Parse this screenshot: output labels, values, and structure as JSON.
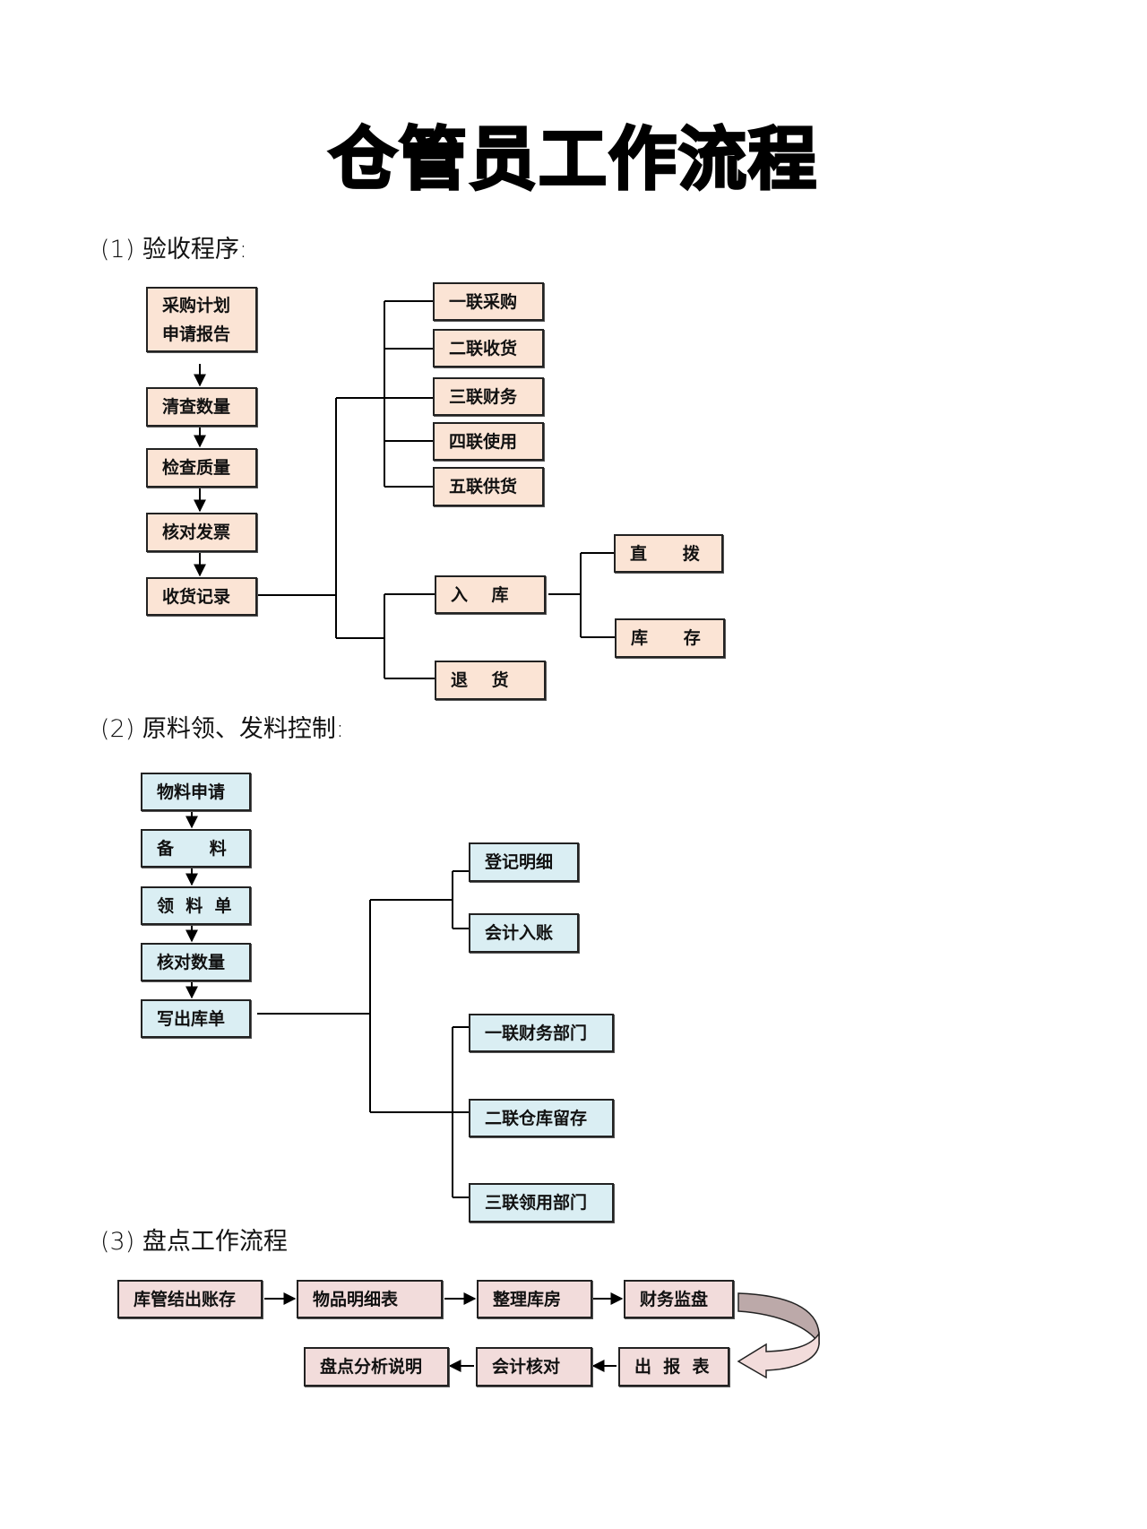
{
  "title": "仓管员工作流程",
  "sections": {
    "s1": {
      "heading": "(1) 验收程序:",
      "main_steps": [
        "采购计划\n申请报告",
        "清查数量",
        "检查质量",
        "核对发票",
        "收货记录"
      ],
      "copies": [
        "一联采购",
        "二联收货",
        "三联财务",
        "四联使用",
        "五联供货"
      ],
      "branches": [
        "入    库",
        "退    货"
      ],
      "storage": [
        "直      拨",
        "库      存"
      ]
    },
    "s2": {
      "heading": "(2) 原料领、发料控制:",
      "main_steps": [
        "物料申请",
        "备      料",
        "领  料  单",
        "核对数量",
        "写出库单"
      ],
      "records": [
        "登记明细",
        "会计入账"
      ],
      "copies": [
        "一联财务部门",
        "二联仓库留存",
        "三联领用部门"
      ]
    },
    "s3": {
      "heading": "(3) 盘点工作流程",
      "top_row": [
        "库管结出账存",
        "物品明细表",
        "整理库房",
        "财务监盘"
      ],
      "bottom_row": [
        "出  报  表",
        "会计核对",
        "盘点分析说明"
      ]
    }
  },
  "colors": {
    "section1_box": "#fbe4d5",
    "section2_box": "#daeef3",
    "section3_box": "#f2dcdb",
    "line": "#000000"
  }
}
